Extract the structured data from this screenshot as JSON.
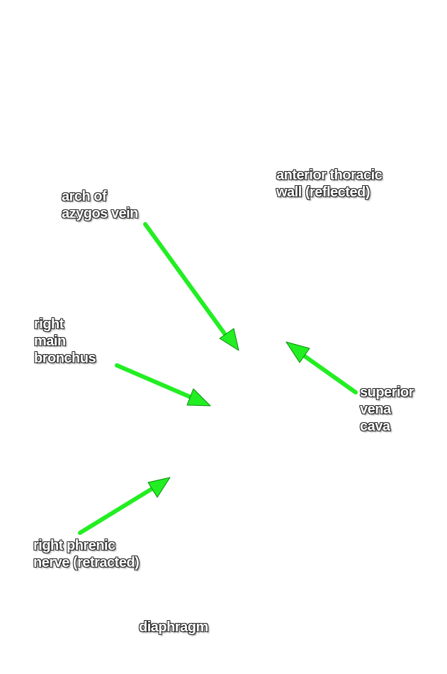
{
  "colors": {
    "arrow": "#22ee22",
    "arrow_outline": "#0c8a0c",
    "label_fill": "#ffffff",
    "label_outline": "#2b2b2b",
    "background": "#ffffff"
  },
  "labels": {
    "anterior_thoracic_wall": "anterior thoracic\nwall (reflected)",
    "arch_of_azygos_vein": "arch of\nazygos vein",
    "right_main_bronchus": "right\nmain\nbronchus",
    "superior_vena_cava": "superior\nvena\ncava",
    "right_phrenic_nerve": "right phrenic\nnerve (retracted)",
    "diaphragm": "diaphragm"
  }
}
